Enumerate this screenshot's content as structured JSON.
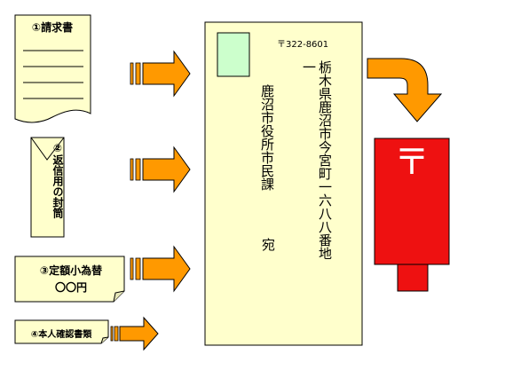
{
  "items": {
    "request_form": {
      "label": "①請求書"
    },
    "return_envelope": {
      "label": "②返信用の封筒"
    },
    "money_order": {
      "line1": "③定額小為替",
      "line2": "〇〇円"
    },
    "id_document": {
      "label": "④本人確認書類"
    }
  },
  "envelope": {
    "postal_code": "〒322-8601",
    "recipient_address": "栃木県鹿沼市今宮町一六八八番地一",
    "office": "鹿沼市役所市民課",
    "honorific": "宛"
  },
  "mailbox": {
    "symbol": "〒"
  },
  "colors": {
    "paper": "#ffffcc",
    "arrow": "#ff9900",
    "mailbox": "#ee1111",
    "stamp_box": "#ccffcc"
  },
  "icons": {
    "arrows": "striped-right-arrow",
    "curve": "curved-down-arrow",
    "mailbox": "post-box-icon"
  }
}
